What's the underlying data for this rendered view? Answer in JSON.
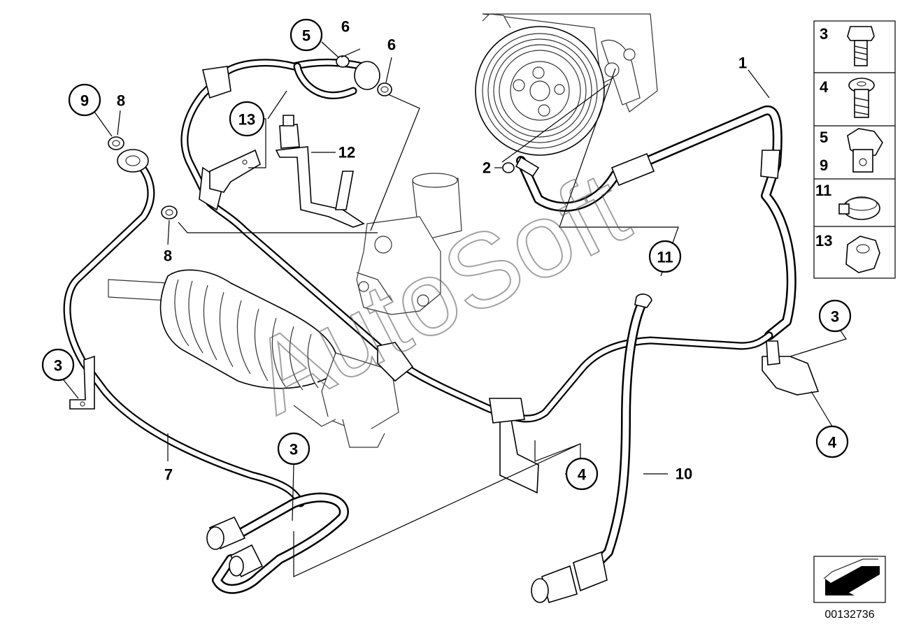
{
  "callouts": {
    "c1": "1",
    "c2": "2",
    "c3a": "3",
    "c3b": "3",
    "c3c": "3",
    "c4a": "4",
    "c4b": "4",
    "c5": "5",
    "c6a": "6",
    "c6b": "6",
    "c7": "7",
    "c8a": "8",
    "c8b": "8",
    "c9": "9",
    "c10": "10",
    "c11": "11",
    "c12": "12",
    "c13": "13"
  },
  "legend": {
    "items": [
      {
        "label": "3",
        "icon": "hex-bolt-icon"
      },
      {
        "label": "4",
        "icon": "round-head-bolt-icon"
      },
      {
        "label": "5",
        "icon": "banjo-bolt-icon"
      },
      {
        "label": "9",
        "icon": "banjo-bolt-icon"
      },
      {
        "label": "11",
        "icon": "hose-clamp-icon"
      },
      {
        "label": "13",
        "icon": "hex-nut-icon"
      }
    ]
  },
  "watermark": "AutoSoft",
  "document_number": "00132736"
}
